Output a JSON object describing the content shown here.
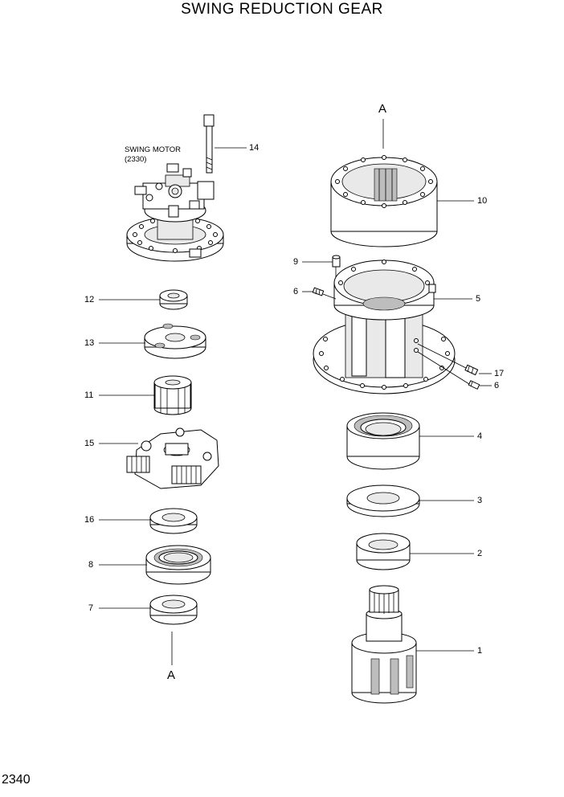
{
  "title": "SWING REDUCTION GEAR",
  "page_number": "2340",
  "motor_label": {
    "line1": "SWING MOTOR",
    "line2": "(2330)"
  },
  "connector_labels": {
    "top": "A",
    "bottom": "A"
  },
  "callouts": {
    "c14": "14",
    "c12": "12",
    "c13": "13",
    "c11": "11",
    "c15": "15",
    "c16": "16",
    "c8": "8",
    "c7": "7",
    "c10": "10",
    "c9": "9",
    "c6a": "6",
    "c5": "5",
    "c17": "17",
    "c6b": "6",
    "c4": "4",
    "c3": "3",
    "c2": "2",
    "c1": "1"
  }
}
